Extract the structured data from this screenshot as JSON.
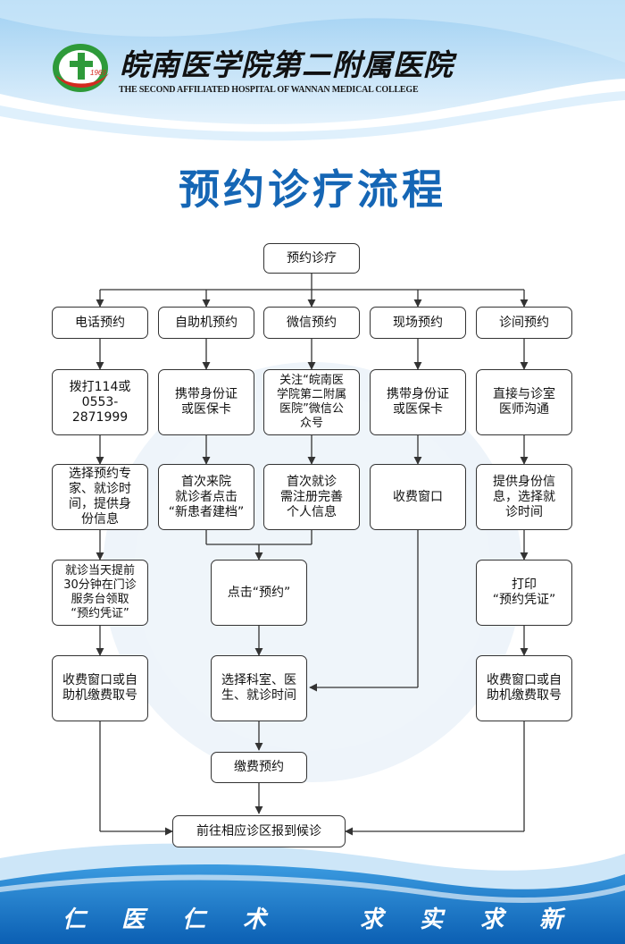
{
  "header": {
    "hospital_name": "皖南医学院第二附属医院",
    "hospital_name_en": "THE SECOND AFFILIATED HOSPITAL OF WANNAN MEDICAL COLLEGE",
    "logo_year": "1969"
  },
  "title": "预约诊疗流程",
  "flow": {
    "root": "预约诊疗",
    "channels": {
      "phone": "电话预约",
      "kiosk": "自助机预约",
      "wechat": "微信预约",
      "onsite": "现场预约",
      "clinic": "诊间预约"
    },
    "phone_step1": "拨打114或\n0553-2871999",
    "phone_step2": "选择预约专\n家、就诊时\n间，提供身\n份信息",
    "phone_step3": "就诊当天提前\n30分钟在门诊\n服务台领取\n“预约凭证”",
    "phone_step4": "收费窗口或自\n助机缴费取号",
    "kiosk_step1": "携带身份证\n或医保卡",
    "kiosk_step2": "首次来院\n就诊者点击\n“新患者建档”",
    "wechat_step1": "关注“皖南医\n学院第二附属\n医院”微信公\n众号",
    "wechat_step2": "首次就诊\n需注册完善\n个人信息",
    "click_book": "点击“预约”",
    "choose": "选择科室、医\n生、就诊时间",
    "pay": "缴费预约",
    "onsite_step1": "携带身份证\n或医保卡",
    "onsite_step2": "收费窗口",
    "clinic_step1": "直接与诊室\n医师沟通",
    "clinic_step2": "提供身份信\n息，选择就\n诊时间",
    "clinic_step3": "打印\n“预约凭证”",
    "clinic_step4": "收费窗口或自\n助机缴费取号",
    "final": "前往相应诊区报到候诊"
  },
  "motto": [
    "仁",
    "医",
    "仁",
    "术",
    "求",
    "实",
    "求",
    "新"
  ],
  "colors": {
    "title_blue": "#1566b5",
    "wave_blue": "#1a7ccf",
    "logo_green": "#2e9a3a",
    "logo_red": "#d42a20"
  }
}
